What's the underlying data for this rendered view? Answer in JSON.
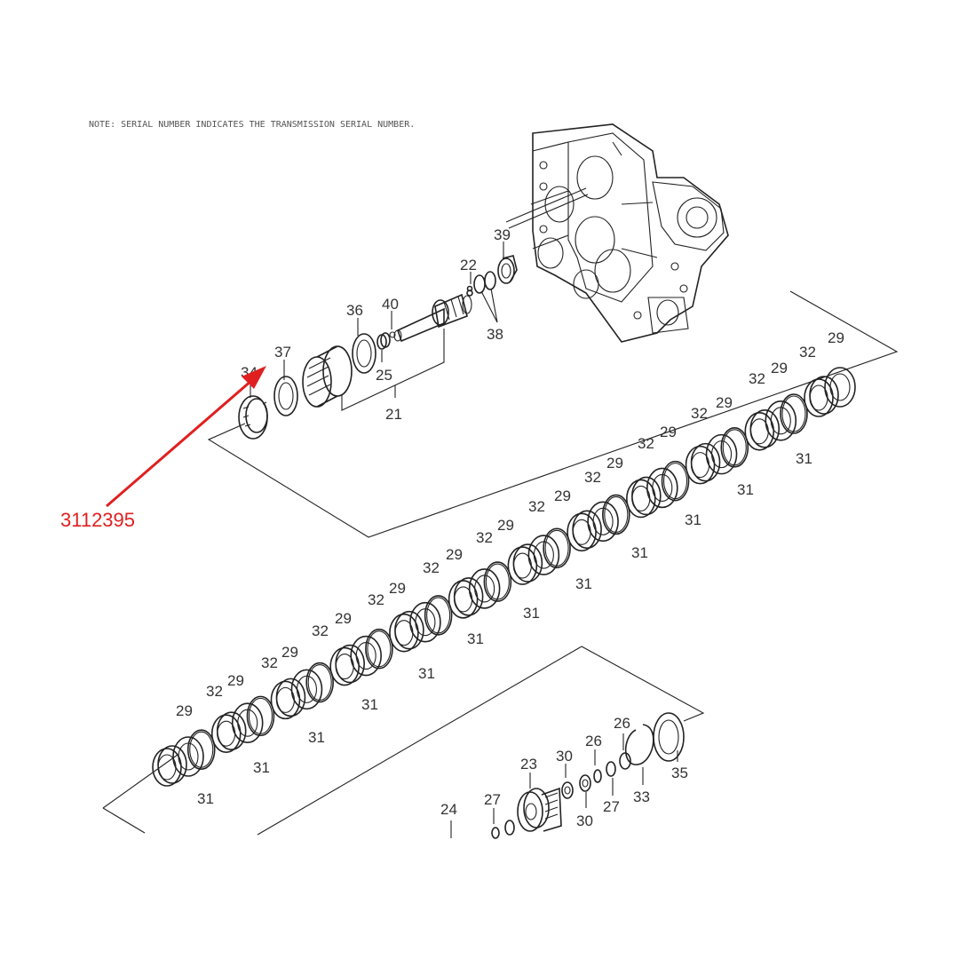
{
  "figure": {
    "header_note": "NOTE: SERIAL NUMBER INDICATES THE TRANSMISSION SERIAL NUMBER.",
    "highlight_part_number": "3112395",
    "highlight_color": "#e02020",
    "line_color": "#222222"
  },
  "callouts": {
    "c39": "39",
    "c22": "22",
    "c38": "38",
    "c40": "40",
    "c36": "36",
    "c25": "25",
    "c21": "21",
    "c37": "37",
    "c34": "34",
    "r29_1": "29",
    "r32_1": "32",
    "r31_1": "31",
    "r29_2": "29",
    "r32_2": "32",
    "r31_2": "31",
    "r29_3": "29",
    "r32_3": "32",
    "r31_3": "31",
    "r29_4": "29",
    "r32_4": "32",
    "r31_4": "31",
    "r29_5": "29",
    "r32_5": "32",
    "r31_5": "31",
    "r29_6": "29",
    "r32_6": "32",
    "r31_6": "31",
    "r29_7": "29",
    "r32_7": "32",
    "r31_7": "31",
    "r29_8": "29",
    "r32_8": "32",
    "r31_8": "31",
    "r29_9": "29",
    "r32_9": "32",
    "r31_9": "31",
    "r29_10": "29",
    "r32_10": "32",
    "r31_10": "31",
    "r29_11": "29",
    "r32_11": "32",
    "r31_11": "31",
    "r29_12": "29",
    "r31_12": "31",
    "c26a": "26",
    "c26b": "26",
    "c35": "35",
    "c33": "33",
    "c27a": "27",
    "c30a": "30",
    "c30b": "30",
    "c23": "23",
    "c27b": "27",
    "c24": "24"
  }
}
